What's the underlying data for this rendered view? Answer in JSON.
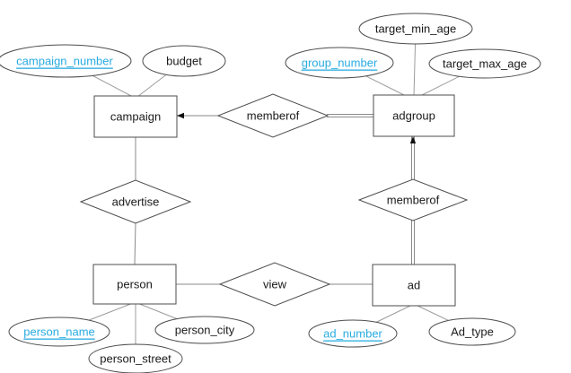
{
  "diagram": {
    "kind": "entity-relationship-diagram",
    "colors": {
      "background": "#FFFFFF",
      "text": "#1A1A1A",
      "key_attribute_text": "#29ABE2",
      "shape_border": "#4D4D4D",
      "connector_line": "#9C9C9C",
      "arrowhead": "#111111"
    },
    "entities": [
      {
        "label": "campaign"
      },
      {
        "label": "adgroup"
      },
      {
        "label": "person"
      },
      {
        "label": "ad"
      }
    ],
    "relationships": [
      {
        "label": "memberof",
        "between": [
          "campaign",
          "adgroup"
        ],
        "arrow_to": "campaign",
        "double_line_sides": [
          "adgroup"
        ]
      },
      {
        "label": "advertise",
        "between": [
          "campaign",
          "person"
        ]
      },
      {
        "label": "memberof",
        "between": [
          "adgroup",
          "ad"
        ],
        "arrow_to": "adgroup",
        "double_line_sides": [
          "adgroup",
          "ad"
        ]
      },
      {
        "label": "view",
        "between": [
          "person",
          "ad"
        ]
      }
    ],
    "attributes": [
      {
        "label": "campaign_number",
        "entity": "campaign",
        "is_key": true
      },
      {
        "label": "budget",
        "entity": "campaign",
        "is_key": false
      },
      {
        "label": "target_min_age",
        "entity": "adgroup",
        "is_key": false
      },
      {
        "label": "group_number",
        "entity": "adgroup",
        "is_key": true
      },
      {
        "label": "target_max_age",
        "entity": "adgroup",
        "is_key": false
      },
      {
        "label": "person_name",
        "entity": "person",
        "is_key": true
      },
      {
        "label": "person_street",
        "entity": "person",
        "is_key": false
      },
      {
        "label": "person_city",
        "entity": "person",
        "is_key": false
      },
      {
        "label": "ad_number",
        "entity": "ad",
        "is_key": true
      },
      {
        "label": "Ad_type",
        "entity": "ad",
        "is_key": false
      }
    ]
  }
}
